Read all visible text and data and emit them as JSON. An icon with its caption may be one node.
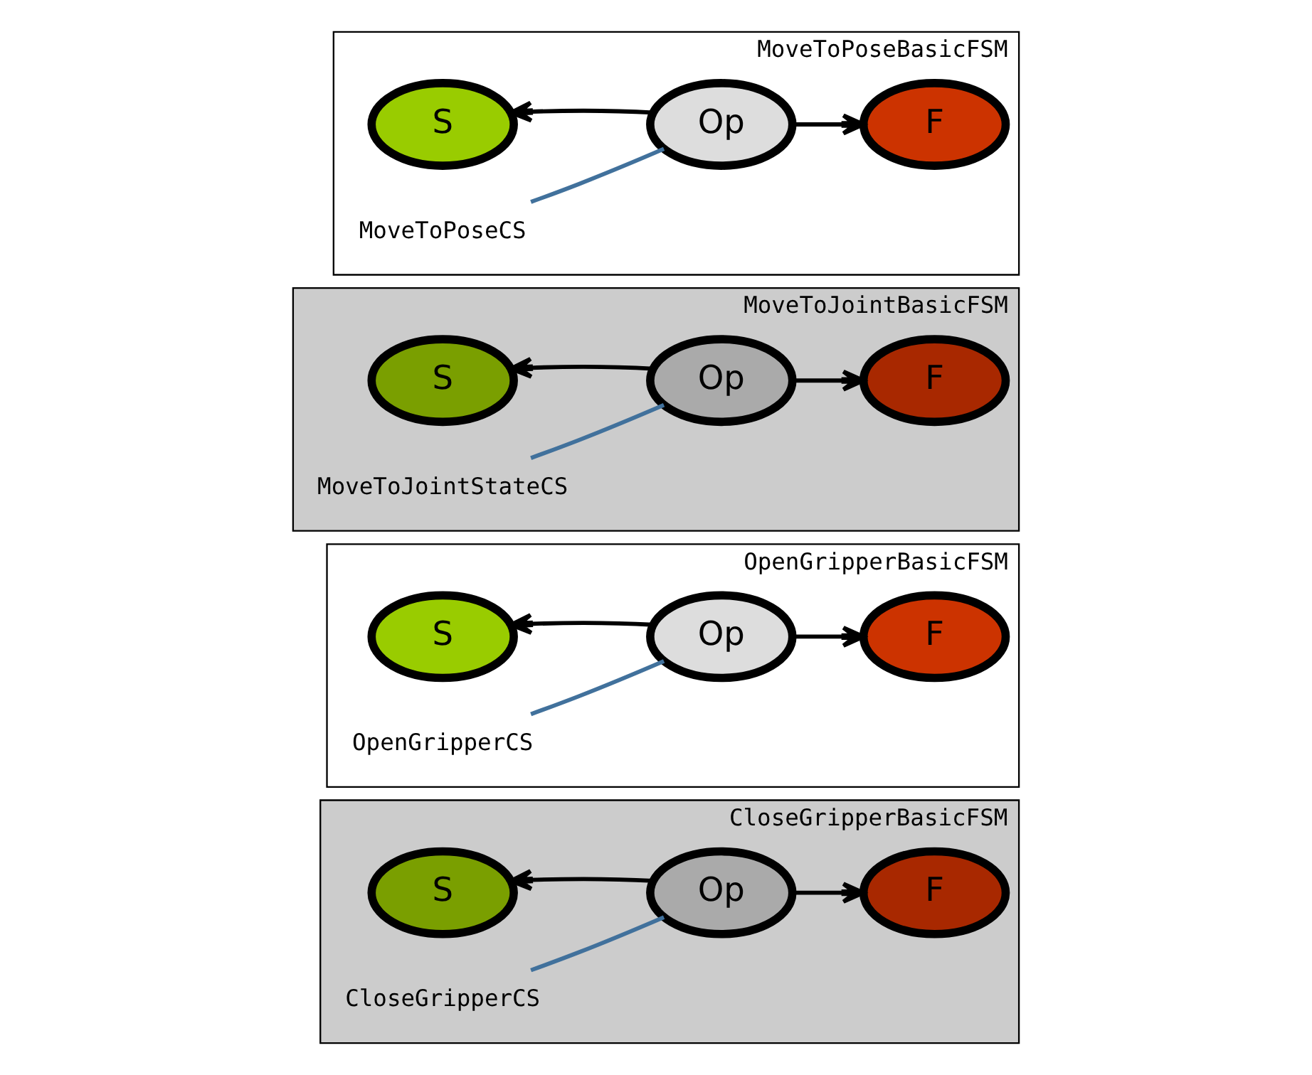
{
  "diagram": {
    "nodes": [
      {
        "text": [
          "MoveToPoseBasicFSM"
        ]
      },
      {
        "text": [
          "S"
        ],
        "in": 0
      },
      {
        "text": [
          "Op"
        ],
        "in": 0
      },
      {
        "text": [
          "F"
        ],
        "in": 0
      },
      {
        "text": [
          "MoveToPoseCS"
        ],
        "in": 0
      },
      {
        "text": [
          "MoveToJointBasicFSM"
        ]
      },
      {
        "text": [
          "S"
        ],
        "in": 5
      },
      {
        "text": [
          "Op"
        ],
        "in": 5
      },
      {
        "text": [
          "F"
        ],
        "in": 5
      },
      {
        "text": [
          "MoveToJointStateCS"
        ],
        "in": 5
      },
      {
        "text": [
          "OpenGripperBasicFSM"
        ]
      },
      {
        "text": [
          "S"
        ],
        "in": 10
      },
      {
        "text": [
          "Op"
        ],
        "in": 10
      },
      {
        "text": [
          "F"
        ],
        "in": 10
      },
      {
        "text": [
          "OpenGripperCS"
        ],
        "in": 10
      },
      {
        "text": [
          "CloseGripperBasicFSM"
        ]
      },
      {
        "text": [
          "S"
        ],
        "in": 15
      },
      {
        "text": [
          "Op"
        ],
        "in": 15
      },
      {
        "text": [
          "F"
        ],
        "in": 15
      },
      {
        "text": [
          "CloseGripperCS"
        ],
        "in": 15
      }
    ],
    "edges": [
      {
        "from": 2,
        "to": 1,
        "arrow": "to"
      },
      {
        "from": 2,
        "to": 3,
        "arrow": "to"
      },
      {
        "from": 4,
        "to": 2,
        "arrow": "none",
        "color": "#41719c"
      },
      {
        "from": 7,
        "to": 6,
        "arrow": "to"
      },
      {
        "from": 7,
        "to": 8,
        "arrow": "to"
      },
      {
        "from": 9,
        "to": 7,
        "arrow": "none",
        "color": "#41719c"
      },
      {
        "from": 12,
        "to": 11,
        "arrow": "to"
      },
      {
        "from": 12,
        "to": 13,
        "arrow": "to"
      },
      {
        "from": 14,
        "to": 12,
        "arrow": "none",
        "color": "#41719c"
      },
      {
        "from": 17,
        "to": 16,
        "arrow": "to"
      },
      {
        "from": 17,
        "to": 18,
        "arrow": "to"
      },
      {
        "from": 19,
        "to": 17,
        "arrow": "none",
        "color": "#41719c"
      }
    ]
  }
}
